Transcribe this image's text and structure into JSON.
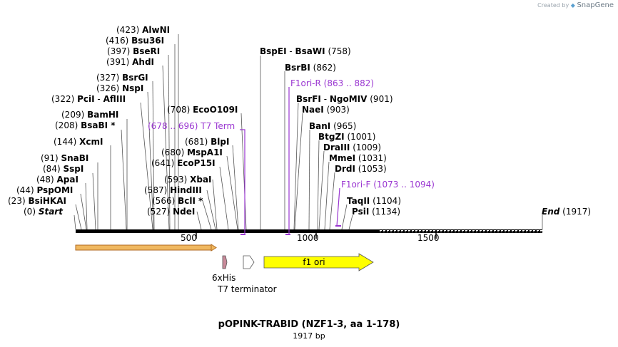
{
  "credit": {
    "prefix": "Created by",
    "brand": "SnapGene"
  },
  "plasmid": {
    "name": "pOPINK-TRABID (NZF1-3, aa 1-178)",
    "length_label": "1917 bp"
  },
  "ticks": [
    "500",
    "1000",
    "1500"
  ],
  "sites": [
    {
      "pos": "(423)",
      "name": "AlwNI",
      "star": ""
    },
    {
      "pos": "(416)",
      "name": "Bsu36I",
      "star": ""
    },
    {
      "pos": "(397)",
      "name": "BseRI",
      "star": ""
    },
    {
      "pos": "(391)",
      "name": "AhdI",
      "star": ""
    },
    {
      "pos": "(327)",
      "name": "BsrGI",
      "star": ""
    },
    {
      "pos": "(326)",
      "name": "NspI",
      "star": ""
    },
    {
      "pos": "(322)",
      "name": "PciI",
      "name2": "AflIII",
      "star": ""
    },
    {
      "pos": "(209)",
      "name": "BamHI",
      "star": ""
    },
    {
      "pos": "(208)",
      "name": "BsaBI",
      "star": " *"
    },
    {
      "pos": "(144)",
      "name": "XcmI",
      "star": ""
    },
    {
      "pos": "(91)",
      "name": "SnaBI",
      "star": ""
    },
    {
      "pos": "(84)",
      "name": "SspI",
      "star": ""
    },
    {
      "pos": "(48)",
      "name": "ApaI",
      "star": ""
    },
    {
      "pos": "(44)",
      "name": "PspOMI",
      "star": ""
    },
    {
      "pos": "(23)",
      "name": "BsiHKAI",
      "star": ""
    },
    {
      "pos": "(0)",
      "name": "Start",
      "star": ""
    },
    {
      "pos": "(708)",
      "name": "EcoO109I",
      "star": ""
    },
    {
      "pos": "(681)",
      "name": "BlpI",
      "star": ""
    },
    {
      "pos": "(680)",
      "name": "MspA1I",
      "star": ""
    },
    {
      "pos": "(641)",
      "name": "EcoP15I",
      "star": ""
    },
    {
      "pos": "(593)",
      "name": "XbaI",
      "star": ""
    },
    {
      "pos": "(587)",
      "name": "HindIII",
      "star": ""
    },
    {
      "pos": "(566)",
      "name": "BclI",
      "star": " *"
    },
    {
      "pos": "(527)",
      "name": "NdeI",
      "star": ""
    },
    {
      "pos": "(758)",
      "name": "BspEI",
      "name2": "BsaWI",
      "star": ""
    },
    {
      "pos": "(862)",
      "name": "BsrBI",
      "star": ""
    },
    {
      "pos": "(901)",
      "name": "BsrFI",
      "name2": "NgoMIV",
      "star": ""
    },
    {
      "pos": "(903)",
      "name": "NaeI",
      "star": ""
    },
    {
      "pos": "(965)",
      "name": "BanI",
      "star": ""
    },
    {
      "pos": "(1001)",
      "name": "BtgZI",
      "star": ""
    },
    {
      "pos": "(1009)",
      "name": "DraIII",
      "star": ""
    },
    {
      "pos": "(1031)",
      "name": "MmeI",
      "star": ""
    },
    {
      "pos": "(1053)",
      "name": "DrdI",
      "star": ""
    },
    {
      "pos": "(1104)",
      "name": "TaqII",
      "star": ""
    },
    {
      "pos": "(1134)",
      "name": "PsiI",
      "star": ""
    },
    {
      "pos": "(1917)",
      "name": "End",
      "star": ""
    }
  ],
  "primers": [
    {
      "range": "(678 .. 696)",
      "name": "T7 Term"
    },
    {
      "range": "(863 .. 882)",
      "name": "F1ori-R"
    },
    {
      "range": "(1073 .. 1094)",
      "name": "F1ori-F"
    }
  ],
  "features": [
    {
      "name": "6xHis",
      "color": "#c98a9a"
    },
    {
      "name": "T7 terminator",
      "color": "#ffffff"
    },
    {
      "name": "f1 ori",
      "color": "#ffff00"
    }
  ],
  "colors": {
    "primer": "#9a36d1",
    "orf": "#f0b860",
    "orf_border": "#b06a20",
    "f1ori": "#ffff00"
  }
}
